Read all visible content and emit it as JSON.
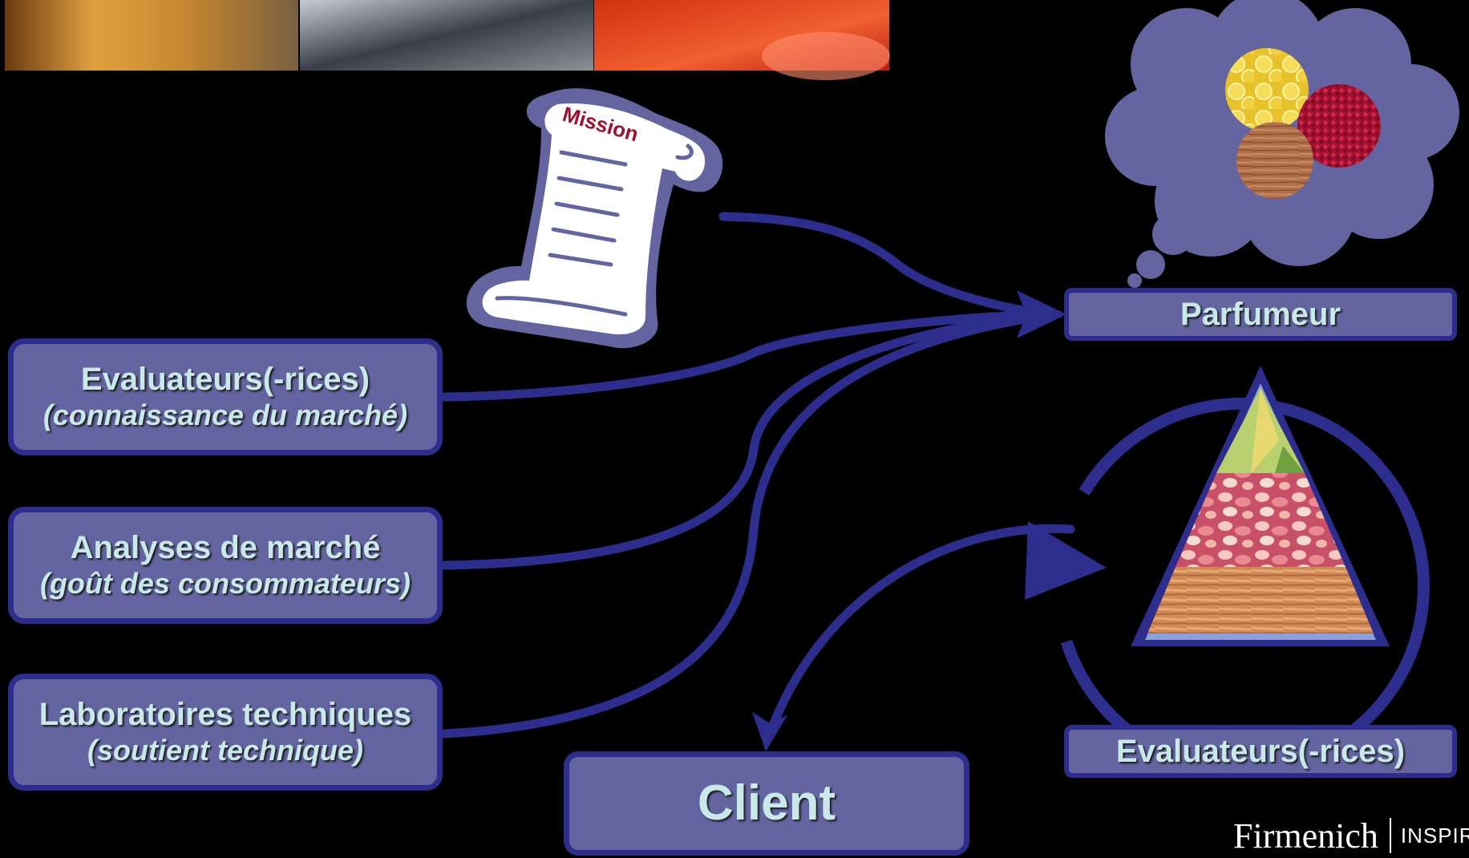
{
  "mission_label": "Mission",
  "sources": [
    {
      "title": "Evaluateurs(-rices)",
      "subtitle": "(connaissance du marché)"
    },
    {
      "title": "Analyses de marché",
      "subtitle": "(goût des consommateurs)"
    },
    {
      "title": "Laboratoires techniques",
      "subtitle": "(soutient technique)"
    }
  ],
  "perfumer_label": "Parfumeur",
  "evaluators_label": "Evaluateurs(-rices)",
  "client_label": "Client",
  "logo": {
    "name": "Firmenich",
    "tagline": "INSPIRIN"
  },
  "colors": {
    "background": "#000000",
    "box_fill": "#6364a0",
    "box_border": "#2d2d8e",
    "text": "#c9e8ea",
    "mission_text": "#a0102e"
  }
}
